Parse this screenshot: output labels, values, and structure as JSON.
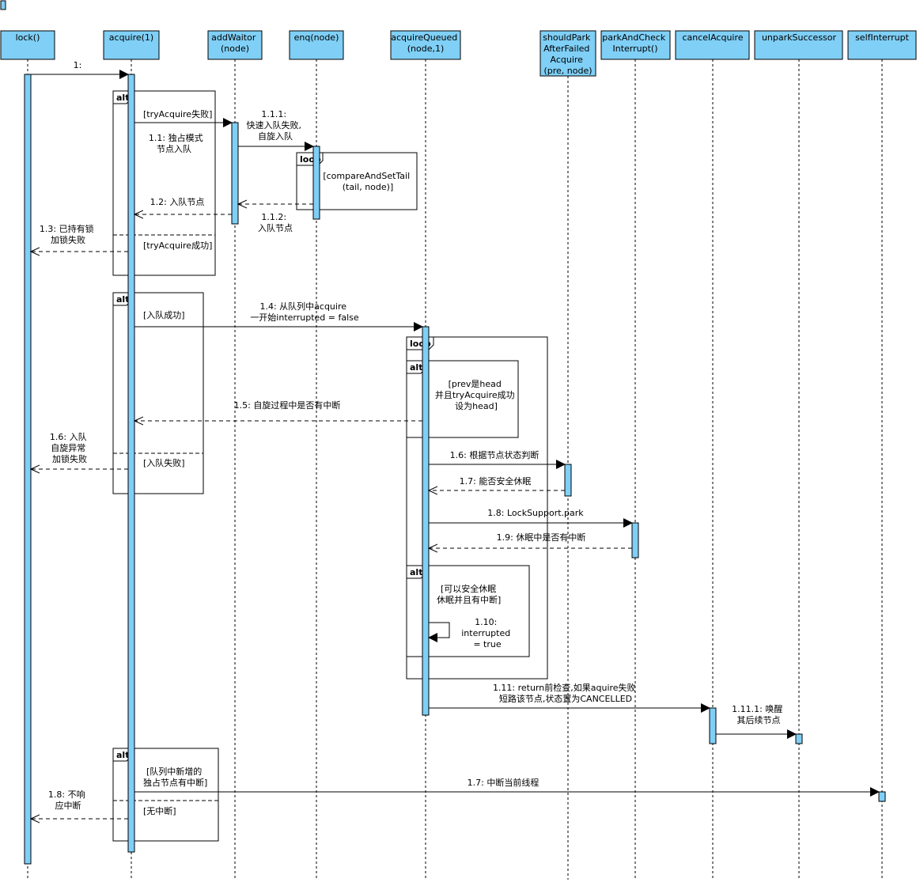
{
  "colors": {
    "participant_fill": "#7fcff6",
    "line": "#000000",
    "background": "#ffffff"
  },
  "participants": [
    {
      "id": "lock",
      "lines": [
        "lock()"
      ]
    },
    {
      "id": "acquire",
      "lines": [
        "acquire(1)"
      ]
    },
    {
      "id": "addWaitor",
      "lines": [
        "addWaitor",
        "(node)"
      ]
    },
    {
      "id": "enq",
      "lines": [
        "enq(node)"
      ]
    },
    {
      "id": "acquireQueued",
      "lines": [
        "acquireQueued",
        "(node,1)"
      ]
    },
    {
      "id": "shouldPark",
      "lines": [
        "shouldPark",
        "AfterFailed",
        "Acquire",
        "(pre, node)"
      ]
    },
    {
      "id": "parkAndCheck",
      "lines": [
        "parkAndCheck",
        "Interrupt()"
      ]
    },
    {
      "id": "cancelAcquire",
      "lines": [
        "cancelAcquire"
      ]
    },
    {
      "id": "unparkSuccessor",
      "lines": [
        "unparkSuccessor"
      ]
    },
    {
      "id": "selfInterrupt",
      "lines": [
        "selfInterrupt"
      ]
    }
  ],
  "frames": [
    {
      "kind": "alt",
      "guards": [
        [
          "[tryAcquire失败]"
        ],
        [
          "[tryAcquire成功]"
        ]
      ]
    },
    {
      "kind": "loop",
      "guards": [
        [
          "[compareAndSetTail",
          "(tail, node)]"
        ]
      ]
    },
    {
      "kind": "alt",
      "guards": [
        [
          "[入队成功]"
        ],
        [
          "[入队失败]"
        ]
      ]
    },
    {
      "kind": "loop",
      "guards": []
    },
    {
      "kind": "alt",
      "guards": [
        [
          "[prev是head",
          "并且tryAcquire成功",
          "设为head]"
        ]
      ]
    },
    {
      "kind": "alt",
      "guards": [
        [
          "[可以安全休眠",
          "休眠并且有中断]"
        ]
      ]
    },
    {
      "kind": "alt",
      "guards": [
        [
          "[队列中新增的",
          "独占节点有中断]"
        ],
        [
          "[无中断]"
        ]
      ]
    }
  ],
  "messages": [
    {
      "lines": [
        "1:"
      ]
    },
    {
      "lines": [
        "1.1: 独占模式",
        "节点入队"
      ]
    },
    {
      "lines": [
        "1.1.1:",
        "快速入队失败,",
        "自旋入队"
      ]
    },
    {
      "lines": [
        "1.1.2:",
        "入队节点"
      ]
    },
    {
      "lines": [
        "1.2: 入队节点"
      ]
    },
    {
      "lines": [
        "1.3: 已持有锁",
        "加锁失败"
      ]
    },
    {
      "lines": [
        "1.4: 从队列中acquire",
        "一开始interrupted = false"
      ]
    },
    {
      "lines": [
        "1.5: 自旋过程中是否有中断"
      ]
    },
    {
      "lines": [
        "1.6: 入队",
        "自旋异常",
        "加锁失败"
      ]
    },
    {
      "lines": [
        "1.6: 根据节点状态判断"
      ]
    },
    {
      "lines": [
        "1.7: 能否安全休眠"
      ]
    },
    {
      "lines": [
        "1.8: LockSupport.park"
      ]
    },
    {
      "lines": [
        "1.9: 休眠中是否有中断"
      ]
    },
    {
      "lines": [
        "1.10:",
        "interrupted",
        "= true"
      ]
    },
    {
      "lines": [
        "1.11: return前检查,如果aquire失败",
        "短路该节点,状态置为CANCELLED"
      ]
    },
    {
      "lines": [
        "1.11.1: 唤醒",
        "其后续节点"
      ]
    },
    {
      "lines": [
        "1.7: 中断当前线程"
      ]
    },
    {
      "lines": [
        "1.8: 不响",
        "应中断"
      ]
    }
  ]
}
